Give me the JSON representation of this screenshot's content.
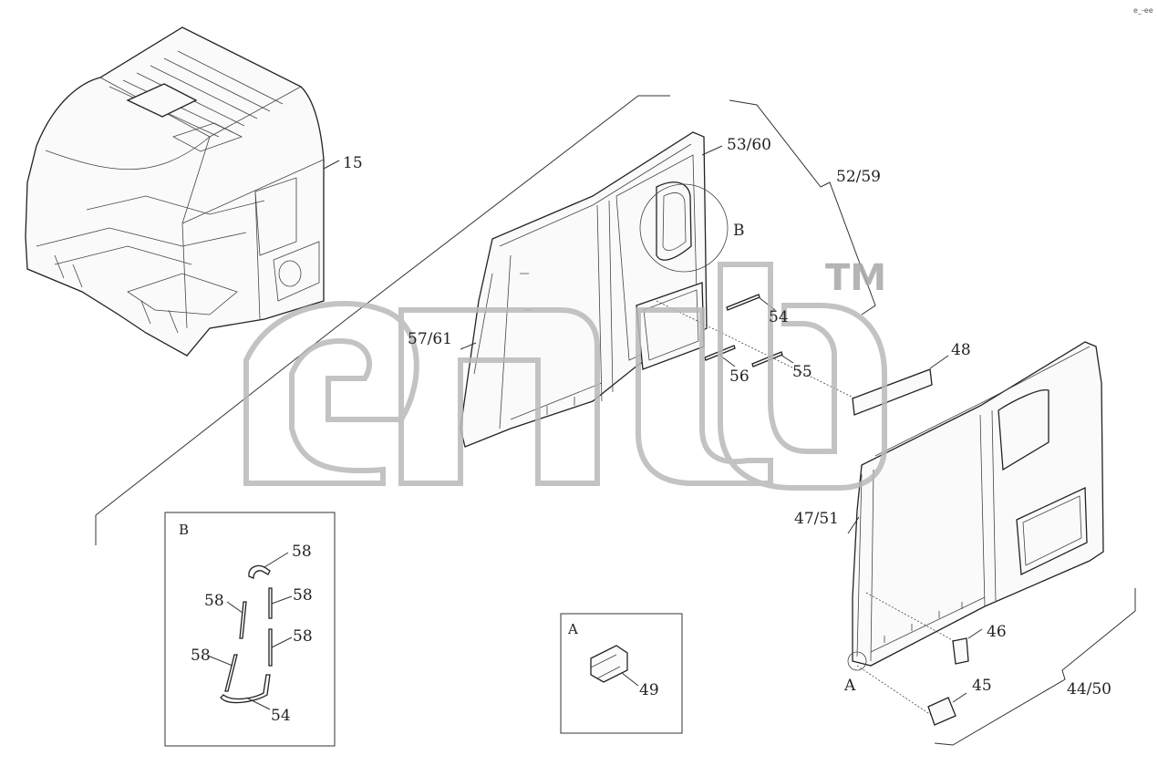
{
  "corner_code": "e_-ee",
  "watermark": {
    "trademark": "TM"
  },
  "callouts": {
    "c15": "15",
    "c53_60": "53/60",
    "c52_59": "52/59",
    "cB_main": "B",
    "c54_main": "54",
    "c55": "55",
    "c56": "56",
    "c57_61": "57/61",
    "c48": "48",
    "c47_51": "47/51",
    "c46": "46",
    "c45": "45",
    "cA_main": "A",
    "c44_50": "44/50"
  },
  "detail_b": {
    "title": "B",
    "labels": [
      "58",
      "58",
      "58",
      "58",
      "58",
      "54"
    ]
  },
  "detail_a": {
    "title": "A",
    "label": "49"
  }
}
